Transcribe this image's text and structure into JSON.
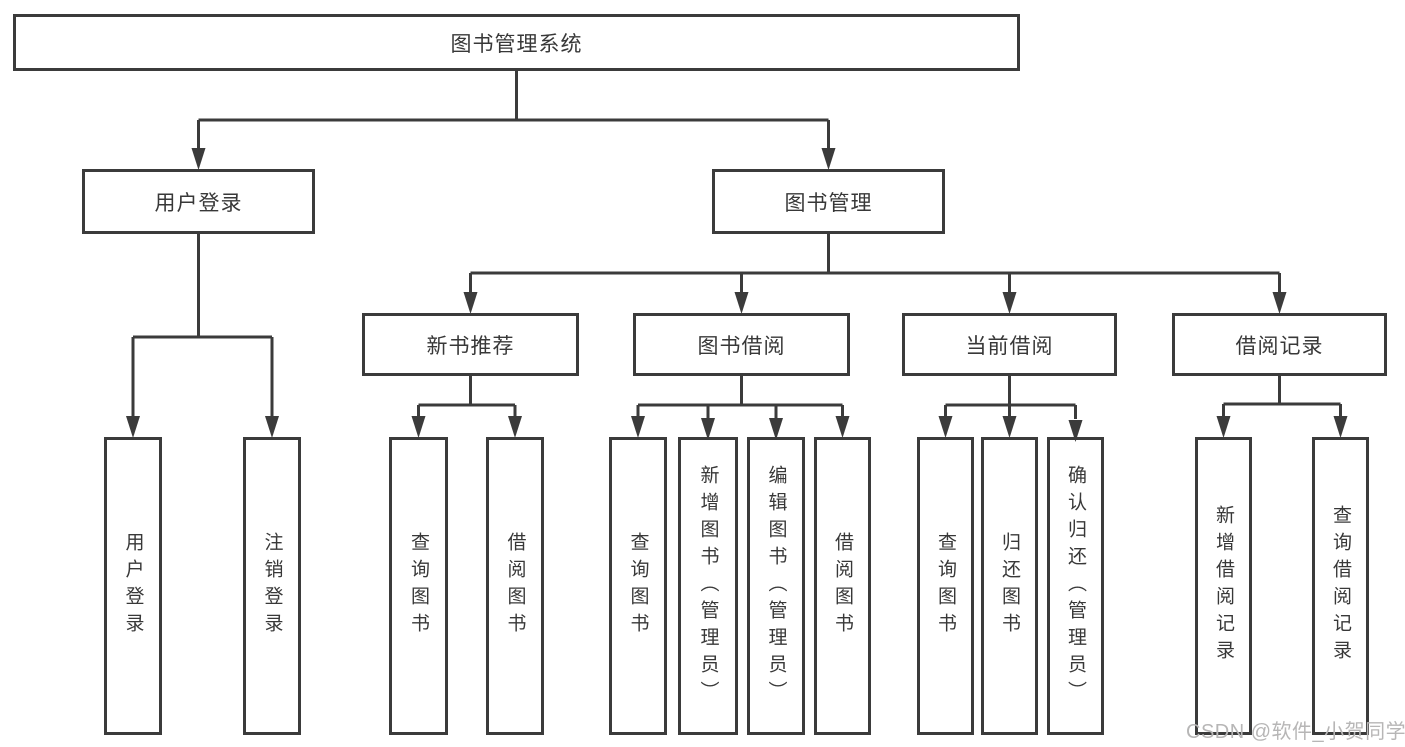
{
  "diagram": {
    "title": "图书管理系统",
    "level2": {
      "user_login": "用户登录",
      "book_management": "图书管理"
    },
    "level3": {
      "new_book_recommend": "新书推荐",
      "book_borrow": "图书借阅",
      "current_borrow": "当前借阅",
      "borrow_record": "借阅记录"
    },
    "leaves": {
      "user_login_group": [
        "用户登录",
        "注销登录"
      ],
      "new_book_group": [
        "查询图书",
        "借阅图书"
      ],
      "book_borrow_group": [
        "查询图书",
        "新增图书（管理员）",
        "编辑图书（管理员）",
        "借阅图书"
      ],
      "current_borrow_group": [
        "查询图书",
        "归还图书",
        "确认归还（管理员）"
      ],
      "record_group": [
        "新增借阅记录",
        "查询借阅记录"
      ]
    }
  },
  "watermark": {
    "text": "CSDN @软件_小贺同学"
  },
  "colors": {
    "line": "#3b3b3b",
    "box_border": "#3b3b3b",
    "box_fill": "#ffffff",
    "text": "#383838",
    "watermark": "#b7b6b6",
    "background": "#ffffff"
  }
}
